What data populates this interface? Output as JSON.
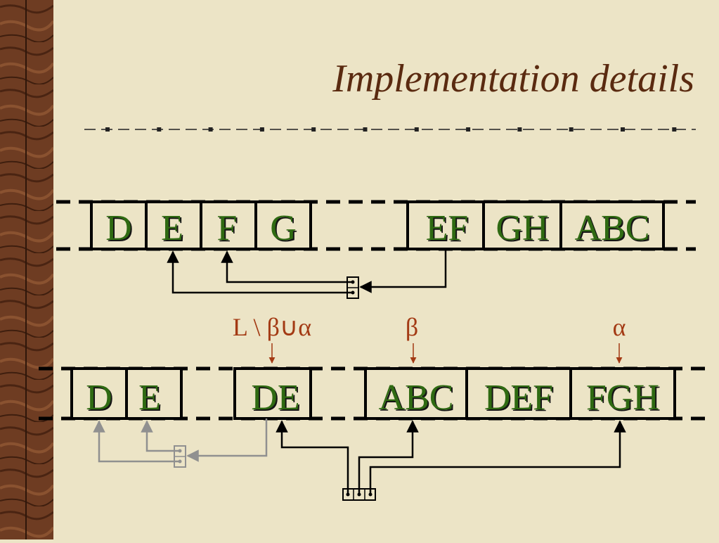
{
  "slide": {
    "title": "Implementation details",
    "colors": {
      "background": "#ece4c6",
      "wood": "#6b3a22",
      "title": "#5a2a10",
      "cell_text": "#2f6a12",
      "cell_shadow": "#151515",
      "annotation": "#a33a14",
      "line": "#000000",
      "gray_line": "#909090"
    }
  },
  "top_row": {
    "group1": [
      "D",
      "E",
      "F",
      "G"
    ],
    "group2": [
      "EF",
      "GH",
      "ABC"
    ]
  },
  "annotations": {
    "first": "L \\ β∪α",
    "second": "β",
    "third": "α"
  },
  "bottom_row": {
    "group1": [
      "D",
      "E"
    ],
    "group2": [
      "DE"
    ],
    "group3": [
      "ABC",
      "DEF",
      "FGH"
    ]
  }
}
